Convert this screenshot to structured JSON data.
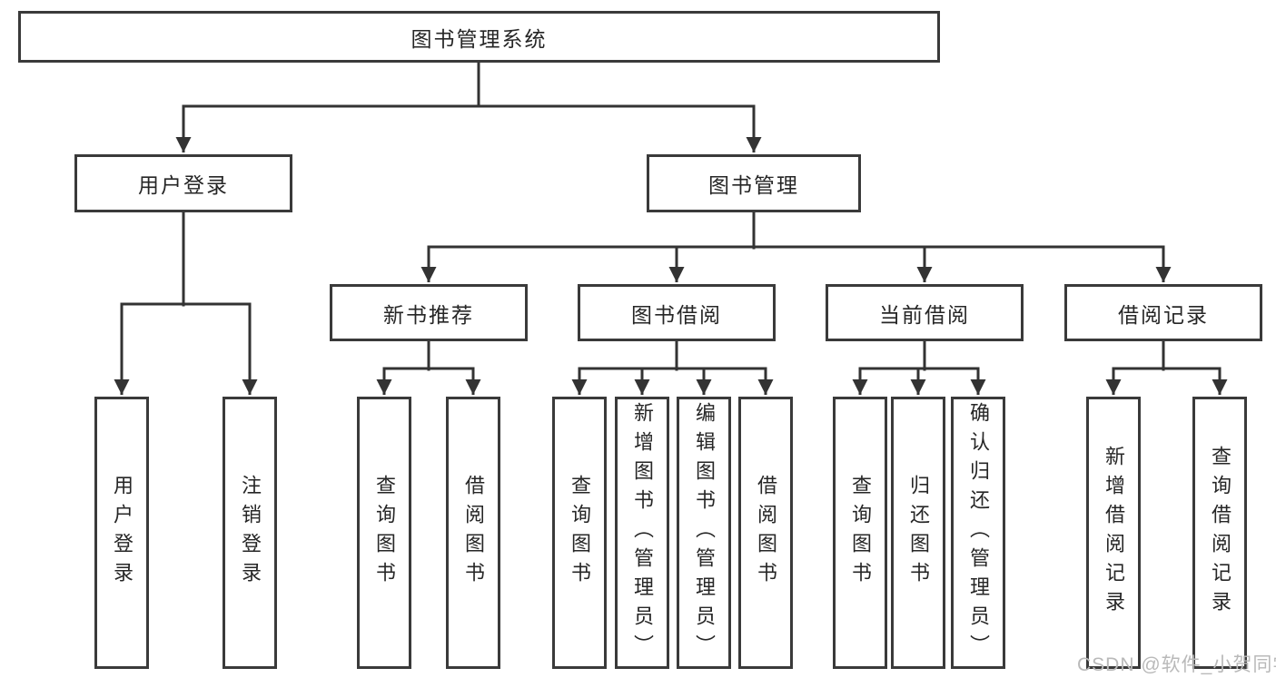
{
  "root": {
    "label": "图书管理系统"
  },
  "level2": [
    {
      "label": "用户登录"
    },
    {
      "label": "图书管理"
    }
  ],
  "level3": [
    {
      "label": "新书推荐"
    },
    {
      "label": "图书借阅"
    },
    {
      "label": "当前借阅"
    },
    {
      "label": "借阅记录"
    }
  ],
  "leaf_groups": [
    {
      "parent": "用户登录",
      "items": [
        {
          "label": "用户登录"
        },
        {
          "label": "注销登录"
        }
      ]
    },
    {
      "parent": "新书推荐",
      "items": [
        {
          "label": "查询图书"
        },
        {
          "label": "借阅图书"
        }
      ]
    },
    {
      "parent": "图书借阅",
      "items": [
        {
          "label": "查询图书"
        },
        {
          "label": "新增图书（管理员）"
        },
        {
          "label": "编辑图书（管理员）"
        },
        {
          "label": "借阅图书"
        }
      ]
    },
    {
      "parent": "当前借阅",
      "items": [
        {
          "label": "查询图书"
        },
        {
          "label": "归还图书"
        },
        {
          "label": "确认归还（管理员）"
        }
      ]
    },
    {
      "parent": "借阅记录",
      "items": [
        {
          "label": "新增借阅记录"
        },
        {
          "label": "查询借阅记录"
        }
      ]
    }
  ],
  "watermark": {
    "text": "CSDN @软件_小贺同学"
  },
  "colors": {
    "line": "#333333",
    "box_border": "#3a3a3a",
    "text": "#262626",
    "background": "#ffffff",
    "watermark": "#b9b9b9"
  }
}
